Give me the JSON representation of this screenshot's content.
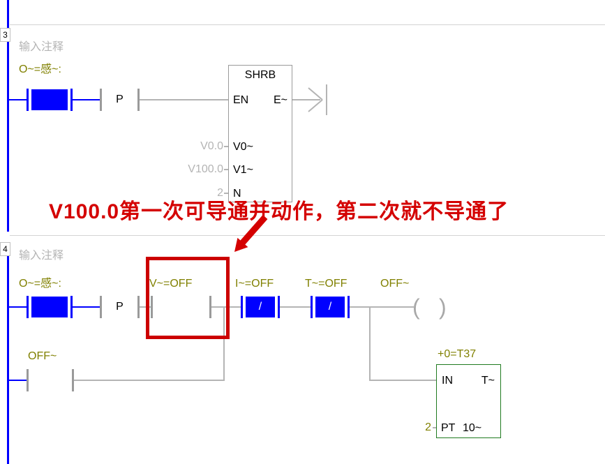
{
  "colors": {
    "power_flow_blue": "#0000ff",
    "wire_gray": "#b4b4b4",
    "symbol_olive": "#808000",
    "comment_gray": "#b4b4b4",
    "annotation_red": "#d40000",
    "highlight_box_red": "#cc0000",
    "timer_box_green": "#1f7a1f"
  },
  "network3": {
    "number": "3",
    "comment": "输入注释",
    "input_contact_label": "O~=感~:",
    "edge_label": "P",
    "shrb": {
      "title": "SHRB",
      "en_pin": "EN",
      "eno_pin": "E~",
      "data_operand": "V0.0",
      "data_pin": "V0~",
      "sbit_operand": "V100.0",
      "sbit_pin": "V1~",
      "n_operand": "2",
      "n_pin": "N"
    }
  },
  "annotation": {
    "text": "V100.0第一次可导通并动作，第二次就不导通了"
  },
  "network4": {
    "number": "4",
    "comment": "输入注释",
    "input_contact_label": "O~=感~:",
    "edge_label": "P",
    "v_contact_label": "V~=OFF",
    "i_contact_label": "I~=OFF",
    "i_contact_glyph": "/",
    "t_contact_label": "T~=OFF",
    "t_contact_glyph": "/",
    "coil_label": "OFF~",
    "coil_open": "(",
    "coil_close": ")",
    "branch_contact_label": "OFF~",
    "timer": {
      "header": "+0=T37",
      "in_pin": "IN",
      "type_pin": "T~",
      "pt_operand": "2",
      "pt_pin": "PT",
      "pt_base": "10~"
    }
  }
}
